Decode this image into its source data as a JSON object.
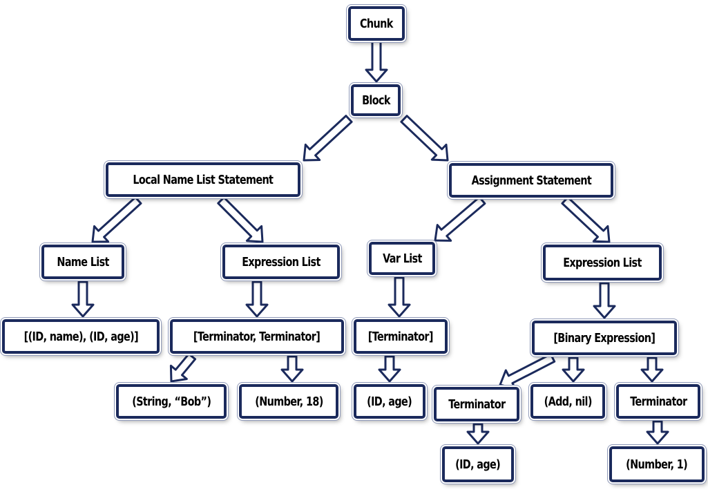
{
  "nodes": {
    "chunk": "Chunk",
    "block": "Block",
    "local_name_list_statement": "Local Name List Statement",
    "assignment_statement": "Assignment Statement",
    "name_list": "Name List",
    "expression_list_left": "Expression List",
    "var_list": "Var List",
    "expression_list_right": "Expression List",
    "id_name_id_age": "[(ID, name), (ID, age)]",
    "terminator_terminator": "[Terminator, Terminator]",
    "terminator_list": "[Terminator]",
    "binary_expression_list": "[Binary Expression]",
    "string_bob": "(String, “Bob”)",
    "number_18": "(Number, 18)",
    "id_age_var": "(ID, age)",
    "terminator_left": "Terminator",
    "add_nil": "(Add, nil)",
    "terminator_right": "Terminator",
    "id_age_bottom": "(ID, age)",
    "number_1": "(Number, 1)"
  },
  "colors": {
    "border": "#1b2a5c",
    "fill": "#ffffff",
    "text": "#000000"
  }
}
